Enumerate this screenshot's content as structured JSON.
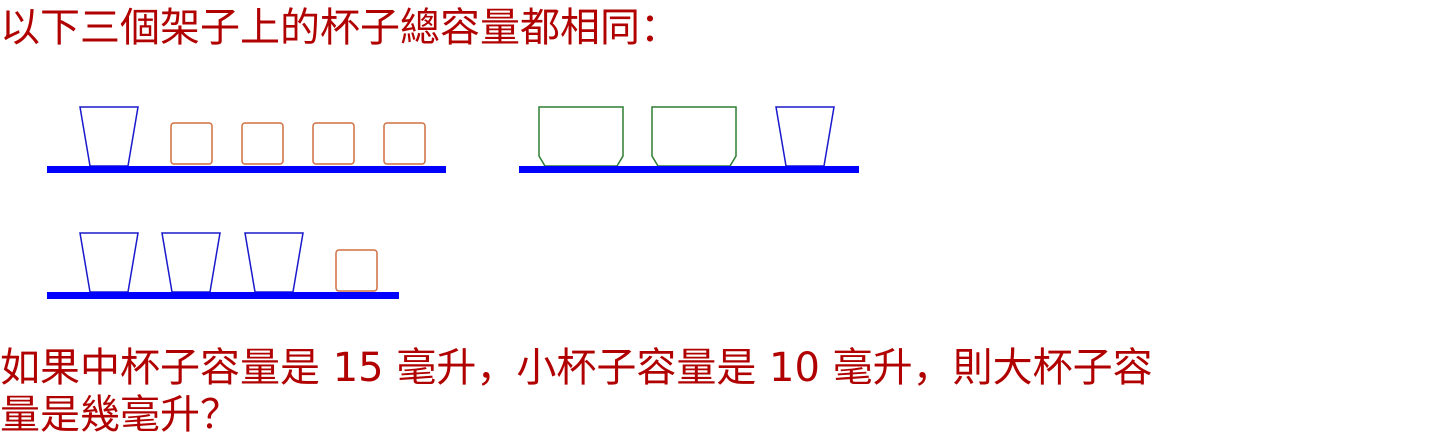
{
  "problem": {
    "intro": "以下三個架子上的杯子總容量都相同：",
    "question_line1": "如果中杯子容量是 15 毫升，小杯子容量是 10 毫升，則大杯子容",
    "question_line2": "量是幾毫升？"
  },
  "colors": {
    "text": "#b10000",
    "shelf": "#0000ff",
    "medium_cup": "#1a1acc",
    "small_cup": "#d07040",
    "large_cup": "#2e7d32"
  }
}
